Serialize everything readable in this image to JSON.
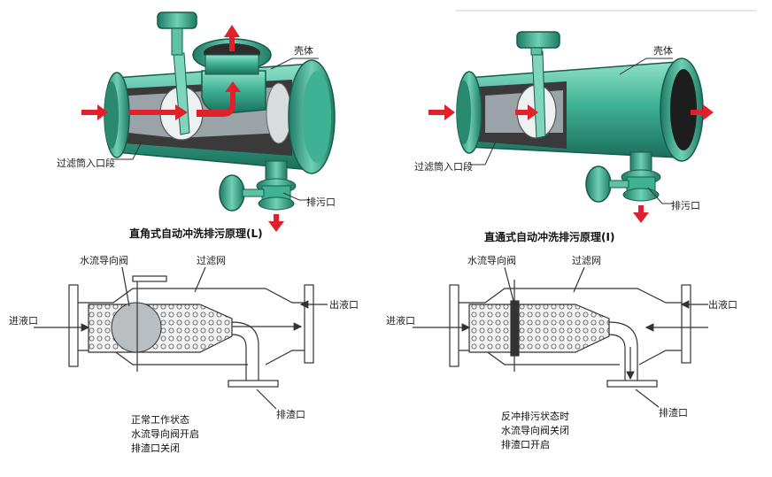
{
  "colors": {
    "body": "#2f9e84",
    "body_light": "#7fd6bd",
    "body_dark": "#1c6f5b",
    "arrow": "#e0202a",
    "inner": "#3a3a3a",
    "mesh": "#cfd3d6",
    "line": "#333333"
  },
  "top_left": {
    "title": "直角式自动冲洗排污原理(L)",
    "label_shell": "壳体",
    "label_inlet_section": "过滤筒入口段",
    "label_drain": "排污口"
  },
  "top_right": {
    "title": "直通式自动冲洗排污原理(I)",
    "label_shell": "壳体",
    "label_inlet_section": "过滤筒入口段",
    "label_drain": "排污口"
  },
  "bottom_left": {
    "label_valve": "水流导向阀",
    "label_mesh": "过滤网",
    "label_inlet": "进液口",
    "label_outlet": "出液口",
    "label_slag": "排渣口",
    "status_lines": [
      "正常工作状态",
      "水流导向阀开启",
      "排渣口关闭"
    ]
  },
  "bottom_right": {
    "label_valve": "水流导向阀",
    "label_mesh": "过滤网",
    "label_inlet": "进液口",
    "label_outlet": "出液口",
    "label_slag": "排渣口",
    "status_lines": [
      "反冲排污状态时",
      "水流导向阀关闭",
      "排渣口开启"
    ]
  }
}
